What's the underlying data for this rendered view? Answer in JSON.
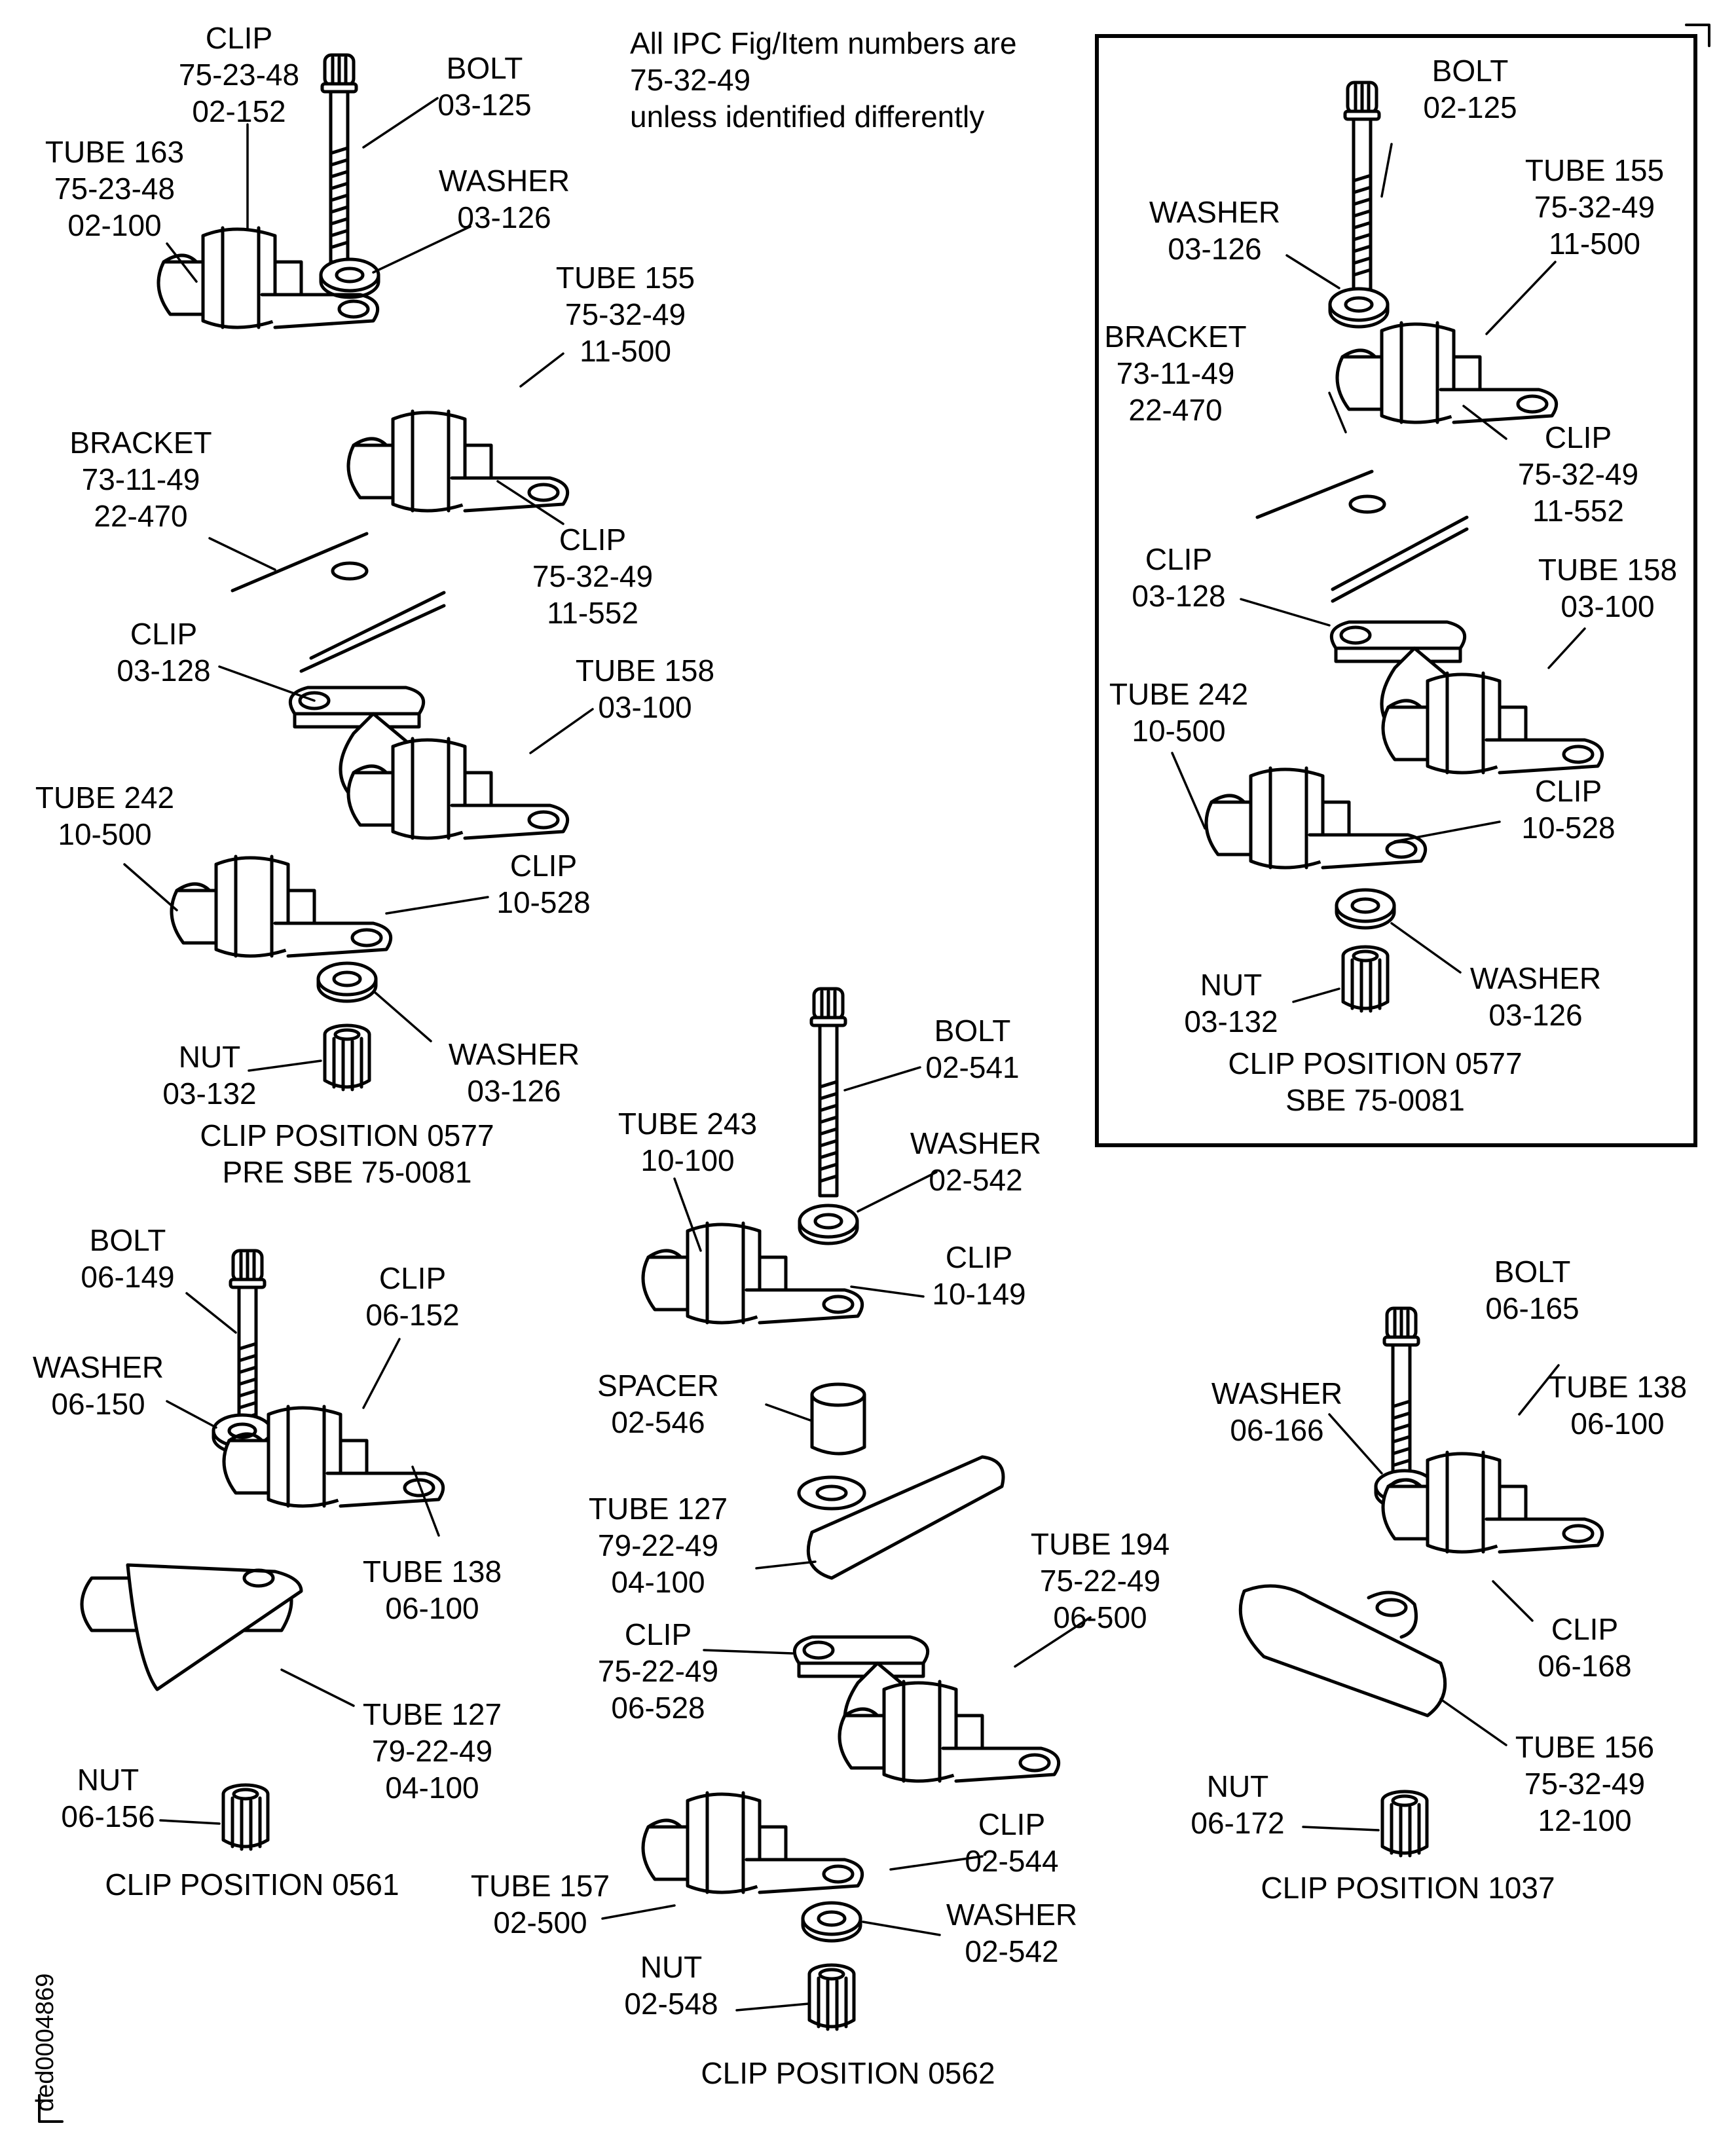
{
  "note": [
    "All IPC Fig/Item numbers are",
    "75-32-49",
    "unless identified differently"
  ],
  "doc_id": "ded0004869",
  "captions": {
    "pre_sbe": [
      "CLIP POSITION 0577",
      "PRE SBE 75-0081"
    ],
    "sbe": [
      "CLIP POSITION 0577",
      "SBE 75-0081"
    ],
    "p0561": [
      "CLIP POSITION 0561"
    ],
    "p0562": [
      "CLIP POSITION 0562"
    ],
    "p1037": [
      "CLIP POSITION 1037"
    ]
  },
  "callouts": {
    "a_clip_top": [
      "CLIP",
      "75-23-48",
      "02-152"
    ],
    "a_bolt": [
      "BOLT",
      "03-125"
    ],
    "a_tube163": [
      "TUBE 163",
      "75-23-48",
      "02-100"
    ],
    "a_washer_top": [
      "WASHER",
      "03-126"
    ],
    "a_tube155": [
      "TUBE 155",
      "75-32-49",
      "11-500"
    ],
    "a_bracket": [
      "BRACKET",
      "73-11-49",
      "22-470"
    ],
    "a_clip_552": [
      "CLIP",
      "75-32-49",
      "11-552"
    ],
    "a_clip_128": [
      "CLIP",
      "03-128"
    ],
    "a_tube158": [
      "TUBE 158",
      "03-100"
    ],
    "a_tube242": [
      "TUBE 242",
      "10-500"
    ],
    "a_clip_528": [
      "CLIP",
      "10-528"
    ],
    "a_nut": [
      "NUT",
      "03-132"
    ],
    "a_washer_bot": [
      "WASHER",
      "03-126"
    ],
    "b_bolt": [
      "BOLT",
      "02-125"
    ],
    "b_tube155": [
      "TUBE 155",
      "75-32-49",
      "11-500"
    ],
    "b_washer_top": [
      "WASHER",
      "03-126"
    ],
    "b_bracket": [
      "BRACKET",
      "73-11-49",
      "22-470"
    ],
    "b_clip_552": [
      "CLIP",
      "75-32-49",
      "11-552"
    ],
    "b_clip_128": [
      "CLIP",
      "03-128"
    ],
    "b_tube158": [
      "TUBE 158",
      "03-100"
    ],
    "b_tube242": [
      "TUBE 242",
      "10-500"
    ],
    "b_clip_528": [
      "CLIP",
      "10-528"
    ],
    "b_nut": [
      "NUT",
      "03-132"
    ],
    "b_washer_bot": [
      "WASHER",
      "03-126"
    ],
    "c_bolt": [
      "BOLT",
      "06-149"
    ],
    "c_clip": [
      "CLIP",
      "06-152"
    ],
    "c_washer": [
      "WASHER",
      "06-150"
    ],
    "c_tube138": [
      "TUBE 138",
      "06-100"
    ],
    "c_tube127": [
      "TUBE 127",
      "79-22-49",
      "04-100"
    ],
    "c_nut": [
      "NUT",
      "06-156"
    ],
    "d_bolt": [
      "BOLT",
      "02-541"
    ],
    "d_tube243": [
      "TUBE 243",
      "10-100"
    ],
    "d_washer_top": [
      "WASHER",
      "02-542"
    ],
    "d_clip_149": [
      "CLIP",
      "10-149"
    ],
    "d_spacer": [
      "SPACER",
      "02-546"
    ],
    "d_tube127": [
      "TUBE 127",
      "79-22-49",
      "04-100"
    ],
    "d_tube194": [
      "TUBE 194",
      "75-22-49",
      "06-500"
    ],
    "d_clip_528": [
      "CLIP",
      "75-22-49",
      "06-528"
    ],
    "d_clip_544": [
      "CLIP",
      "02-544"
    ],
    "d_tube157": [
      "TUBE 157",
      "02-500"
    ],
    "d_washer_bot": [
      "WASHER",
      "02-542"
    ],
    "d_nut": [
      "NUT",
      "02-548"
    ],
    "e_bolt": [
      "BOLT",
      "06-165"
    ],
    "e_washer": [
      "WASHER",
      "06-166"
    ],
    "e_tube138": [
      "TUBE 138",
      "06-100"
    ],
    "e_clip": [
      "CLIP",
      "06-168"
    ],
    "e_tube156": [
      "TUBE 156",
      "75-32-49",
      "12-100"
    ],
    "e_nut": [
      "NUT",
      "06-172"
    ]
  }
}
